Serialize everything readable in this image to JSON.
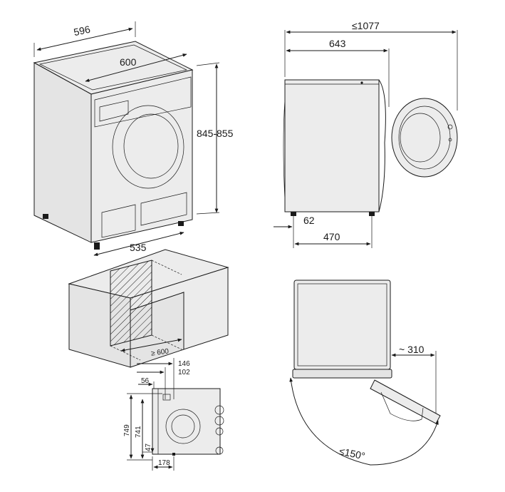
{
  "dimensions": {
    "width_596": "596",
    "depth_600": "600",
    "height_range": "845-855",
    "base_535": "535",
    "clearance": "≥ 600",
    "max_depth_door_open": "≤1077",
    "depth_643": "643",
    "foot_62": "62",
    "foot_470": "470",
    "door_swing_310": "~ 310",
    "door_angle": "≤150°",
    "conn_146": "146",
    "conn_102": "102",
    "conn_56": "56",
    "conn_749": "749",
    "conn_741": "741",
    "conn_47": "47",
    "conn_178": "178"
  },
  "colors": {
    "line": "#1a1a1a",
    "panel": "#ececec"
  }
}
